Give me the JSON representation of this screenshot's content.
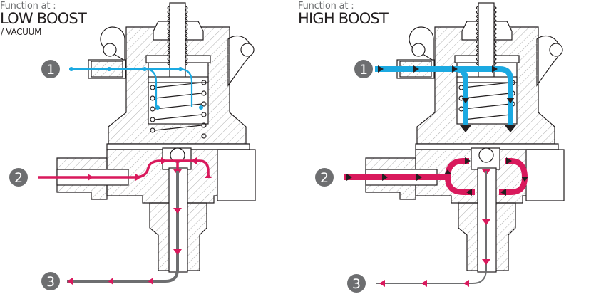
{
  "colors": {
    "vacuum_line": "#1ba9e1",
    "fuel_line": "#d9195c",
    "return_line": "#6d6e70",
    "badge_fill": "#6d6e70",
    "outline": "#231f20",
    "hatch": "#9a9a9a",
    "arrow_dark": "#231f20"
  },
  "panels": [
    {
      "id": "low-boost",
      "prefix": "Function at :",
      "mode": "LOW BOOST",
      "submode": "/ VACUUM",
      "badges": [
        "1",
        "2",
        "3"
      ]
    },
    {
      "id": "high-boost",
      "prefix": "Function at :",
      "mode": "HIGH BOOST",
      "submode": "",
      "badges": [
        "1",
        "2",
        "3"
      ]
    }
  ]
}
